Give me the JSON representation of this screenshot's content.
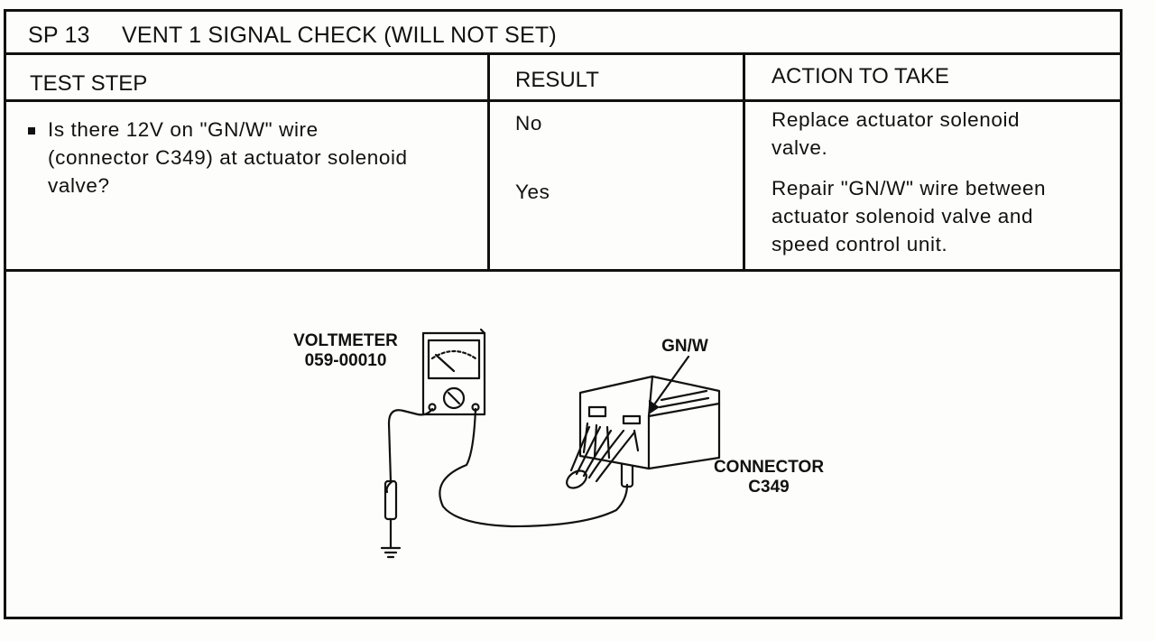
{
  "title": {
    "code": "SP  13",
    "text": "VENT 1  SIGNAL CHECK (WILL NOT SET)"
  },
  "headers": {
    "test_step": "TEST STEP",
    "result": "RESULT",
    "action": "ACTION TO TAKE"
  },
  "step": {
    "line1": "Is there 12V on \"GN/W\" wire",
    "line2": "(connector C349) at actuator solenoid",
    "line3": "valve?"
  },
  "results": [
    {
      "result": "No",
      "action_lines": [
        "Replace actuator solenoid",
        "valve."
      ]
    },
    {
      "result": "Yes",
      "action_lines": [
        "Repair \"GN/W\" wire between",
        "actuator solenoid valve and",
        "speed control unit."
      ]
    }
  ],
  "figure": {
    "voltmeter_label": "VOLTMETER",
    "voltmeter_part": "059-00010",
    "wire_label": "GN/W",
    "connector_label": "CONNECTOR",
    "connector_id": "C349"
  }
}
